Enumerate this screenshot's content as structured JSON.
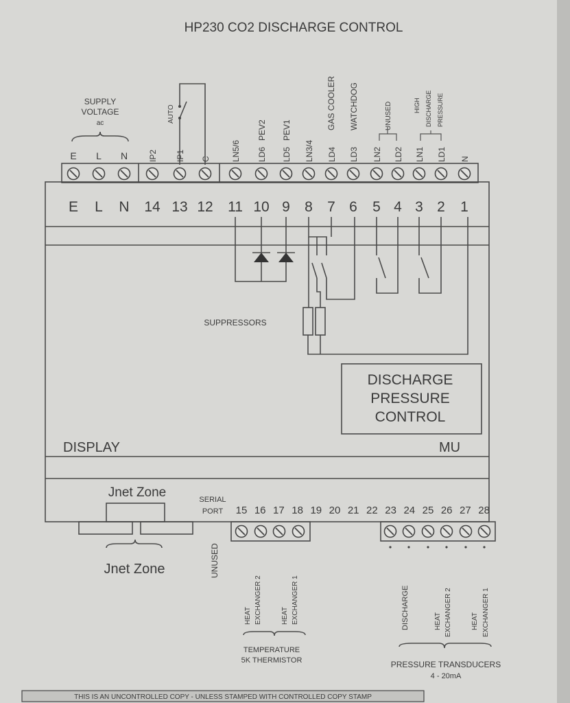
{
  "title": "HP230 CO2 DISCHARGE CONTROL",
  "supply_voltage": {
    "line1": "SUPPLY",
    "line2": "VOLTAGE",
    "line3": "ac"
  },
  "top_terminals": [
    "E",
    "L",
    "N",
    "IP2",
    "IP1",
    "C",
    "LN5/6",
    "LD6",
    "LD5",
    "LN3/4",
    "LD4",
    "LD3",
    "LN2",
    "LD2",
    "LN1",
    "LD1",
    "N"
  ],
  "top_numbers": [
    "E",
    "L",
    "N",
    "14",
    "13",
    "12",
    "11",
    "10",
    "9",
    "8",
    "7",
    "6",
    "5",
    "4",
    "3",
    "2",
    "1"
  ],
  "top_labels": {
    "auto": "AUTO",
    "pev2": "PEV2",
    "pev1": "PEV1",
    "gas_cooler": "GAS COOLER",
    "watchdog": "WATCHDOG",
    "unused": "UNUSED",
    "hdp1": "HIGH",
    "hdp2": "DISCHARGE",
    "hdp3": "PRESSURE"
  },
  "suppressors": "SUPPRESSORS",
  "dpc": {
    "line1": "DISCHARGE",
    "line2": "PRESSURE",
    "line3": "CONTROL"
  },
  "display": "DISPLAY",
  "mu": "MU",
  "jnet_zone_top": "Jnet Zone",
  "jnet_zone_bottom": "Jnet Zone",
  "serial_port": {
    "line1": "SERIAL",
    "line2": "PORT"
  },
  "serial_unused": "UNUSED",
  "bottom_numbers": [
    "15",
    "16",
    "17",
    "18",
    "19",
    "20",
    "21",
    "22",
    "23",
    "24",
    "25",
    "26",
    "27",
    "28"
  ],
  "thermistor_labels": [
    {
      "l1": "HEAT",
      "l2": "EXCHANGER 2"
    },
    {
      "l1": "HEAT",
      "l2": "EXCHANGER 1"
    }
  ],
  "thermistor_group": {
    "line1": "TEMPERATURE",
    "line2": "5K THERMISTOR"
  },
  "transducer_labels": [
    {
      "l1": "",
      "l2": "DISCHARGE"
    },
    {
      "l1": "HEAT",
      "l2": "EXCHANGER 2"
    },
    {
      "l1": "HEAT",
      "l2": "EXCHANGER 1"
    }
  ],
  "transducer_group": {
    "line1": "PRESSURE TRANSDUCERS",
    "line2": "4 - 20mA"
  },
  "footer": "THIS IS AN UNCONTROLLED COPY - UNLESS STAMPED WITH CONTROLLED COPY STAMP"
}
